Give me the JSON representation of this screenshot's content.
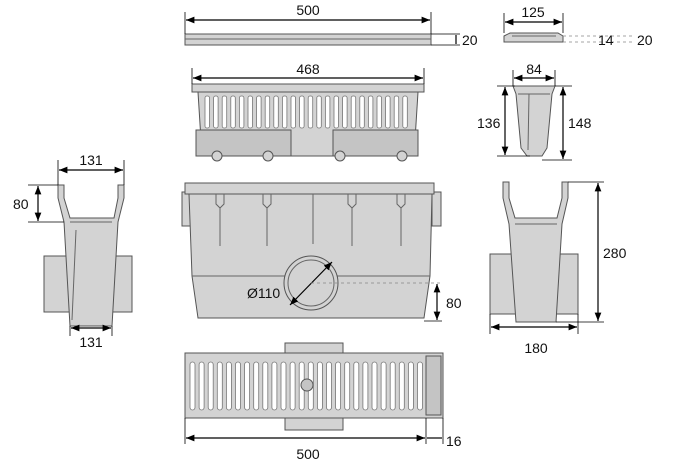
{
  "dimensions": {
    "grate_length": "500",
    "grate_height": "20",
    "grate_width": "125",
    "grate_side_height": "14",
    "grate_side_total": "20",
    "basket_length": "468",
    "basket_width": "84",
    "basket_inner_height": "136",
    "basket_height": "148",
    "channel_top_width": "131",
    "channel_bottom_width": "131",
    "channel_top_depth": "80",
    "outlet_diameter": "Ø110",
    "outlet_axis_height": "80",
    "body_width": "180",
    "body_height": "280",
    "plan_length": "500",
    "plan_end_offset": "16"
  }
}
